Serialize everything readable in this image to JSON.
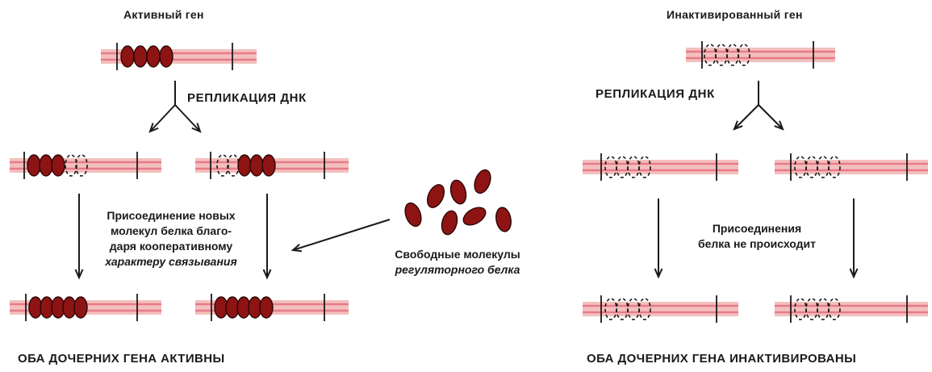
{
  "colors": {
    "dna_strand": "#e87a8a",
    "dna_band": "#f3c0bc",
    "protein_fill": "#8e1414",
    "protein_outline": "#2a0606",
    "ink": "#1a1a1a"
  },
  "left": {
    "title": "Активный ген",
    "replication_label": "РЕПЛИКАЦИЯ ДНК",
    "binding_note": [
      "Присоединение новых",
      "молекул белка благо-",
      "даря кооперативному",
      "характеру связывания"
    ],
    "result": "ОБА ДОЧЕРНИХ ГЕНА АКТИВНЫ"
  },
  "free_proteins_label": [
    "Свободные молекулы",
    "регуляторного белка"
  ],
  "right": {
    "title": "Инактивированный ген",
    "replication_label": "РЕПЛИКАЦИЯ ДНК",
    "no_binding_note": [
      "Присоединения",
      "белка не происходит"
    ],
    "result": "ОБА ДОЧЕРНИХ ГЕНА ИНАКТИВИРОВАНЫ"
  },
  "icons": {
    "protein": "protein-oval-icon",
    "dna": "dna-double-strand-icon",
    "arrow": "arrow-icon"
  }
}
